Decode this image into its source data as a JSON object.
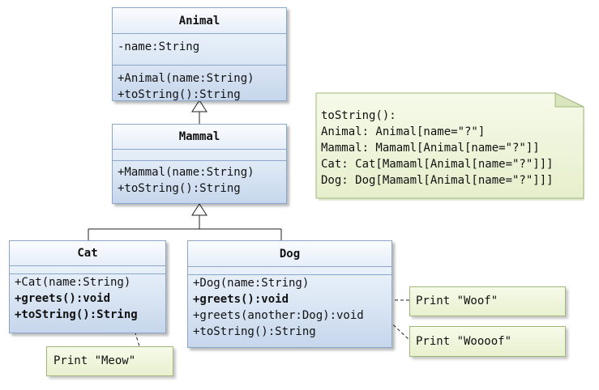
{
  "classes": {
    "animal": {
      "name": "Animal",
      "attributes": [
        "-name:String"
      ],
      "operations": [
        "+Animal(name:String)",
        "+toString():String"
      ]
    },
    "mammal": {
      "name": "Mammal",
      "operations": [
        "+Mammal(name:String)",
        "+toString():String"
      ]
    },
    "cat": {
      "name": "Cat",
      "operations": [
        "+Cat(name:String)",
        "+greets():void",
        "+toString():String"
      ]
    },
    "dog": {
      "name": "Dog",
      "operations": [
        "+Dog(name:String)",
        "+greets():void",
        "+greets(another:Dog):void",
        "+toString():String"
      ]
    }
  },
  "notes": {
    "tostring": {
      "lines": [
        "toString():",
        "Animal: Animal[name=\"?\"]",
        "Mammal: Mamaml[Animal[name=\"?\"]]",
        "Cat: Cat[Mamaml[Animal[name=\"?\"]]]",
        "Dog: Dog[Mamaml[Animal[name=\"?\"]]]"
      ]
    },
    "meow": "Print \"Meow\"",
    "woof": "Print \"Woof\"",
    "woooof": "Print \"Woooof\""
  },
  "colors": {
    "class_border": "#8aa6c8",
    "note_border": "#9fb87a",
    "connector": "#222222"
  }
}
